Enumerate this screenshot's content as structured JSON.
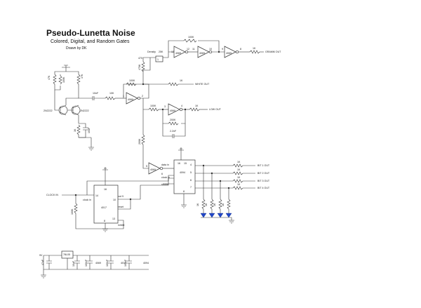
{
  "title": {
    "main": "Pseudo-Lunetta Noise",
    "subtitle": "Colored, Digital, and Random Gates",
    "author": "Drawn by DK"
  },
  "components": {
    "transistors": [
      "2N2222",
      "2N2222"
    ],
    "r_47k_a": "47K",
    "r_100k_v": "100K",
    "r_47k_b": "47K",
    "r_1k_e": "1K",
    "c_10nf": "10nF",
    "c_10uf": "10uF",
    "r_10k": "10K",
    "r_100k_in": "100K",
    "r_470k": "470K",
    "r_470_pot": "470",
    "r_1k_white": "1K",
    "r_100k_low": "100K",
    "r_1k_low": "1K",
    "r_200k_fb": "200K",
    "c_22nf": "2.2nF",
    "r_100k_fb_top": "100K",
    "r_1k_gram": "1K",
    "r_200k_v": "200K",
    "r_100k_clk": "100K",
    "density": "Density",
    "density_val": "25K",
    "pot_wiper": "1",
    "bit_r": "1K",
    "led_r": [
      "1K",
      "1K",
      "1K",
      "1K"
    ],
    "reg": "78L05",
    "supply": "9V",
    "psu_caps": [
      "47uF",
      "10uF",
      "100nF",
      "100nF",
      "100nF"
    ],
    "psu_labels": [
      "4069",
      "4017",
      "4094"
    ]
  },
  "chips": {
    "hex_inv": "4069",
    "counter": "4017",
    "shift": "4094"
  },
  "pins": {
    "p13": "13",
    "p12": "12",
    "p11": "11",
    "p10": "10",
    "p9": "9",
    "p8": "8",
    "p1": "1",
    "p2": "2",
    "p3": "3",
    "p4": "4",
    "p5": "5",
    "p6": "6",
    "p7": "7",
    "p14": "14",
    "p15": "15",
    "p16": "16"
  },
  "labels": {
    "gramm_out": "GRAMM OUT",
    "white_out": "WHITE OUT",
    "low_out": "LOW OUT",
    "clock_in": "CLOCK IN",
    "data_in": "data in",
    "clock_in_pin": "clock in",
    "strobe": "strobe",
    "out9": "out 9",
    "reset": "reset",
    "inhibit": "inhibit",
    "clock_in_counter": "clock in",
    "bits": [
      "BIT 1 OUT",
      "BIT 2 OUT",
      "BIT 3 OUT",
      "BIT 4 OUT"
    ]
  }
}
